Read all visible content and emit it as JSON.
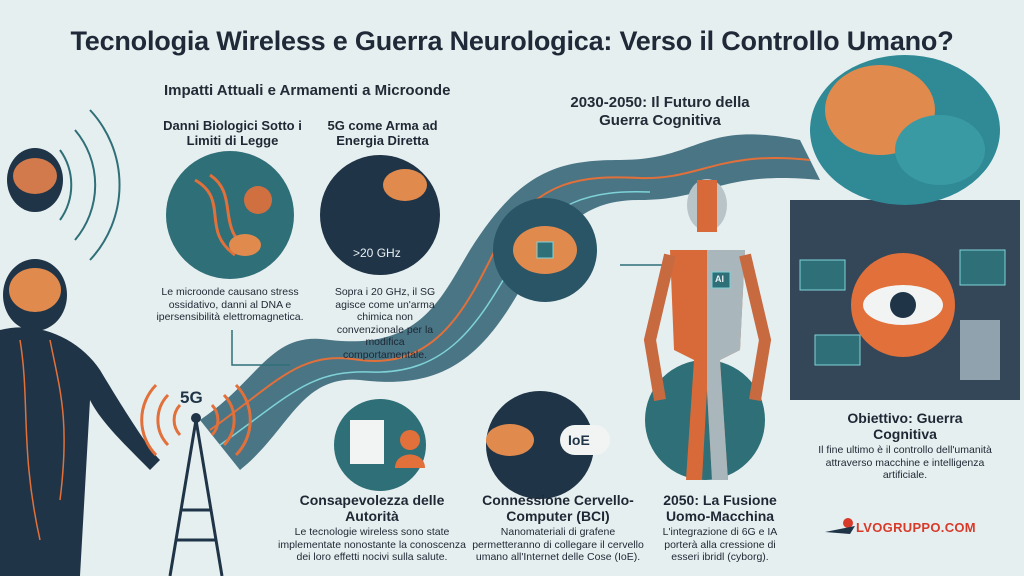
{
  "title": "Tecnologia Wireless e Guerra Neurologica: Verso il Controllo Umano?",
  "section_current": "Impatti Attuali e Armamenti a Microonde",
  "section_future": "2030-2050: Il Futuro della Guerra Cognitiva",
  "cards": [
    {
      "title": "Danni Biologici Sotto i Limiti di Legge",
      "text": "Le microonde causano stress ossidativo, danni al DNA e ipersensibilità elettromagnetica."
    },
    {
      "title": "5G come Arma ad Energia Diretta",
      "badge": ">20 GHz",
      "text": "Sopra i 20 GHz, il SG agisce come un'arma chimica non convenzionale per la modifica comportamentale."
    },
    {
      "title": "Consapevolezza delle Autorità",
      "text": "Le tecnologie wireless sono state implementate nonostante la conoscenza dei loro effetti nocivi sulla salute."
    },
    {
      "title": "Connessione Cervello-Computer (BCI)",
      "badge": "IoE",
      "text": "Nanomateriali di grafene permetteranno di collegare il cervello umano all'Internet delle Cose (IoE)."
    },
    {
      "title": "2050: La Fusione Uomo-Macchina",
      "badge": "AI",
      "text": "L'integrazione di 6G e IA porterà alla cressione di esseri ibridl (cyborg)."
    },
    {
      "title": "Obiettivo: Guerra Cognitiva",
      "text": "Il fine ultimo è il controllo dell'umanità attraverso macchine e intelligenza artificiale."
    }
  ],
  "tower_label": "5G",
  "logo": "LVOGRUPPO.COM",
  "colors": {
    "background": "#e6eff0",
    "teal": "#2f6f78",
    "dark_navy": "#1f3447",
    "orange": "#e2703a",
    "logo_red": "#d83a2a"
  }
}
